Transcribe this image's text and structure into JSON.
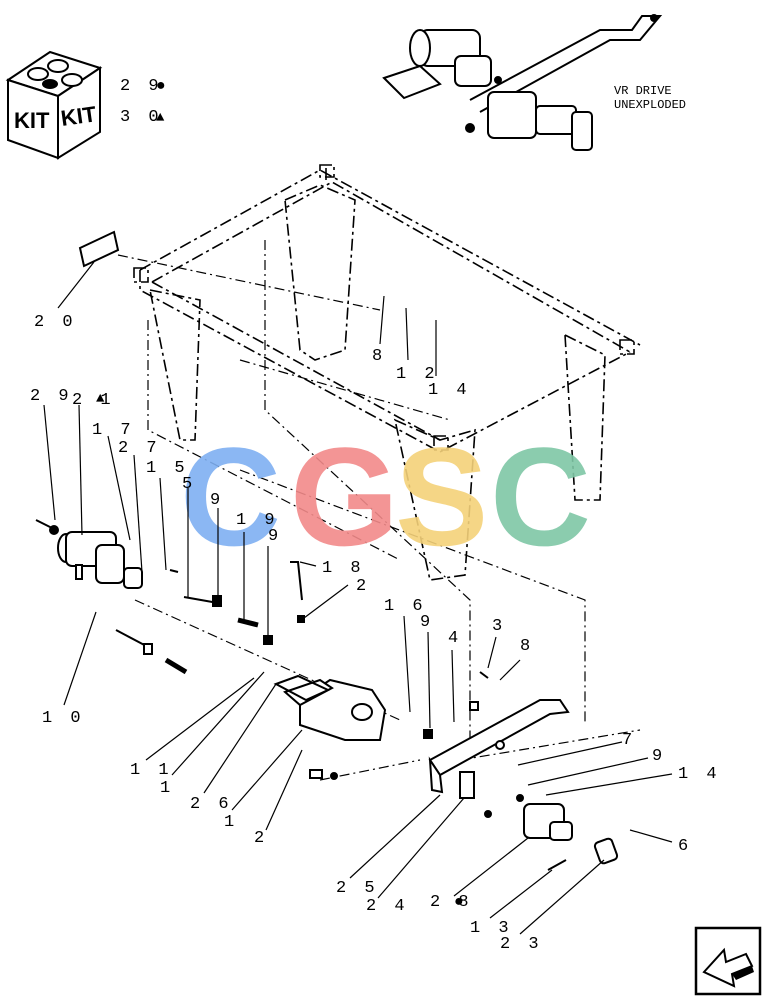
{
  "kit_icon": {
    "label_left": "KIT",
    "label_right": "KIT",
    "rows": [
      {
        "text": "2 9",
        "symbol": "●"
      },
      {
        "text": "3 0",
        "symbol": "▲"
      }
    ]
  },
  "unexploded_note": {
    "line1": "VR DRIVE",
    "line2": "UNEXPLODED"
  },
  "watermark": {
    "letters": [
      "C",
      "G",
      "S",
      "C"
    ],
    "colors": [
      "#7fb0f2",
      "#f28a8a",
      "#f5d27a",
      "#7fc7a6"
    ]
  },
  "callouts": [
    {
      "text": "2 0"
    },
    {
      "text": "8"
    },
    {
      "text": "1 2"
    },
    {
      "text": "1 4"
    },
    {
      "text": "2 9"
    },
    {
      "text": "2 1"
    },
    {
      "text": "1 7"
    },
    {
      "text": "2 7"
    },
    {
      "text": "1 5"
    },
    {
      "text": "5"
    },
    {
      "text": "9"
    },
    {
      "text": "1 9"
    },
    {
      "text": "9"
    },
    {
      "text": "1 8"
    },
    {
      "text": "2"
    },
    {
      "text": "1 0"
    },
    {
      "text": "1 6"
    },
    {
      "text": "9"
    },
    {
      "text": "4"
    },
    {
      "text": "3"
    },
    {
      "text": "8"
    },
    {
      "text": "1 1"
    },
    {
      "text": "1"
    },
    {
      "text": "2 6"
    },
    {
      "text": "1"
    },
    {
      "text": "2"
    },
    {
      "text": "7"
    },
    {
      "text": "9"
    },
    {
      "text": "1 4"
    },
    {
      "text": "6"
    },
    {
      "text": "2 5"
    },
    {
      "text": "2 4"
    },
    {
      "text": "2 8"
    },
    {
      "text": "1 3"
    },
    {
      "text": "2 3"
    }
  ],
  "nav_icon": "previous-page-arrow-icon"
}
